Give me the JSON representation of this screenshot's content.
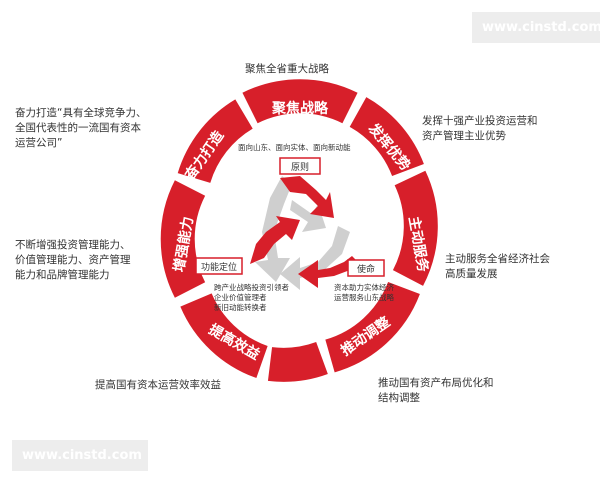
{
  "watermark_top": "www.cinstd.com",
  "watermark_bottom": "www.cinstd.com",
  "colors": {
    "red": "#d71f2a",
    "gray": "#cfcfcf",
    "white": "#ffffff"
  },
  "segments": {
    "top": "聚焦战略",
    "upper_right": "发挥优势",
    "right": "主动服务",
    "lower_right": "推动调整",
    "lower_left": "提高效益",
    "left": "增强能力",
    "upper_left": "奋力打造"
  },
  "outer": {
    "top": "聚焦全省重大战略",
    "upper_right": [
      "发挥十强产业投资运营和",
      "资产管理主业优势"
    ],
    "right": [
      "主动服务全省经济社会",
      "高质量发展"
    ],
    "lower_right": [
      "推动国有资产布局优化和",
      "结构调整"
    ],
    "lower_left": "提高国有资本运营效率效益",
    "left": [
      "不断增强投资管理能力、",
      "价值管理能力、资产管理",
      "能力和品牌管理能力"
    ],
    "upper_left": [
      "奋力打造“具有全球竞争力、",
      "全国代表性的一流国有资本",
      "运营公司”"
    ]
  },
  "inner": {
    "principle_desc": "面向山东、面向实体、面向新动能",
    "principle_label": "原则",
    "mission_label": "使命",
    "mission_desc": [
      "资本助力实体经济",
      "运营服务山东战略"
    ],
    "function_label": "功能定位",
    "function_desc": [
      "跨产业战略投资引领者",
      "企业价值管理者",
      "新旧动能转换者"
    ]
  }
}
